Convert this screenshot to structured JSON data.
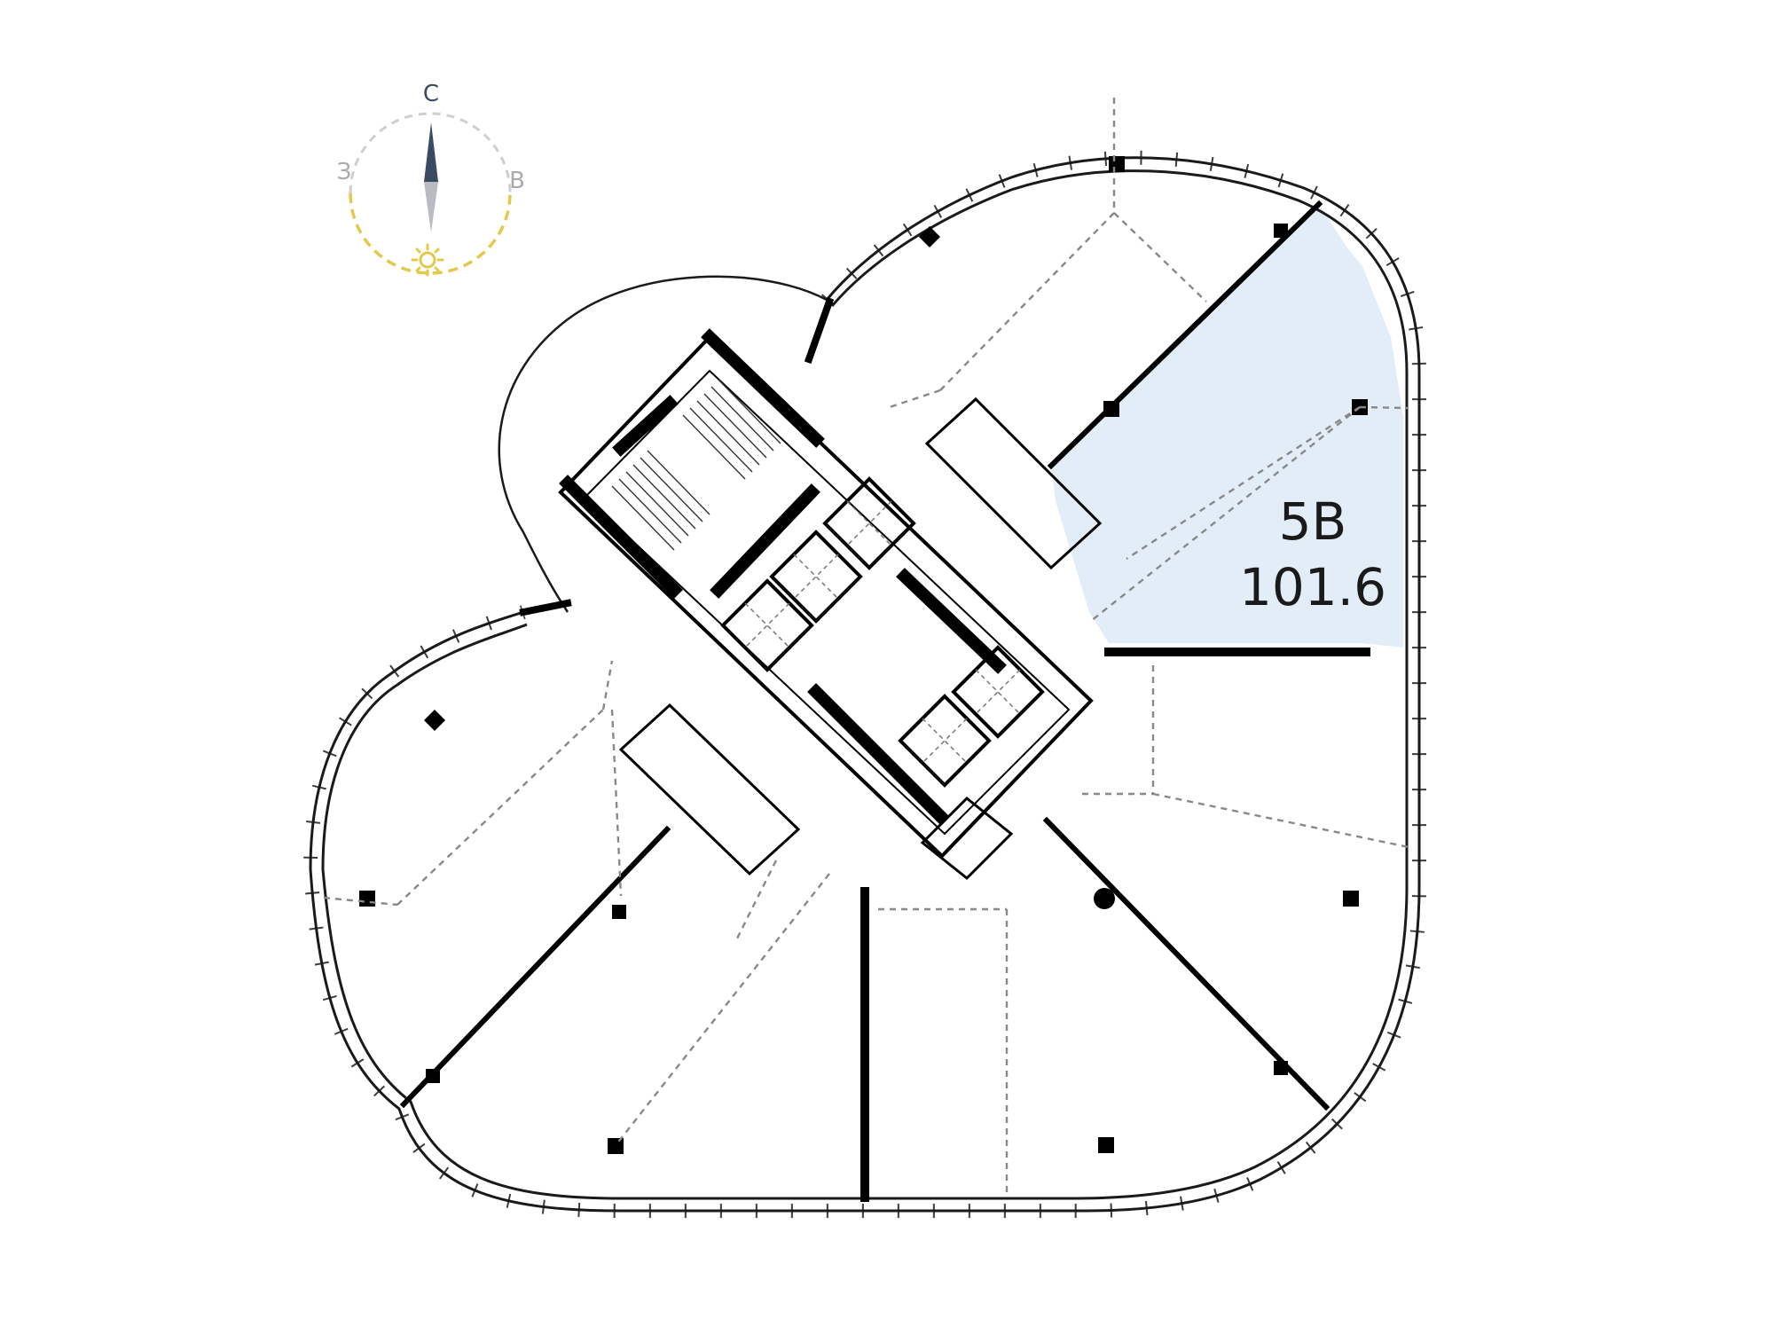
{
  "compass": {
    "north_label": "С",
    "east_label": "В",
    "west_label": "З",
    "icon": "sun-icon"
  },
  "unit": {
    "name": "5В",
    "area": "101.6"
  },
  "colors": {
    "highlight_fill": "#e3edf8",
    "wall": "#000000",
    "compass_arc": "#cccccc",
    "compass_sun_arc": "#e4c84a",
    "needle_north": "#3a4a60",
    "needle_south": "#b8bcc2",
    "dashed_partition": "#888888"
  }
}
